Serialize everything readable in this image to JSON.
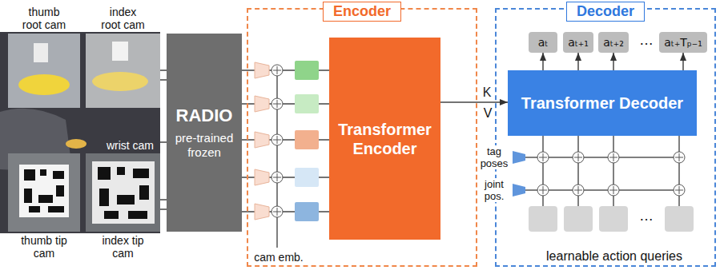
{
  "diagram": {
    "nodes": [
      {
        "text": [
          "thumb root cam"
        ]
      },
      {
        "text": [
          "index root cam"
        ]
      },
      {
        "text": [
          "wrist cam"
        ]
      },
      {
        "text": [
          "thumb tip cam"
        ]
      },
      {
        "text": [
          "index tip cam"
        ]
      },
      {
        "text": [
          "RADIO",
          "pre-trained frozen"
        ]
      },
      {
        "text": [
          "Encoder"
        ]
      },
      {
        "text": [
          "Transformer Encoder"
        ],
        "in": 6
      },
      {
        "text": [
          "Decoder"
        ]
      },
      {
        "text": [
          "aₜ"
        ],
        "in": 8
      },
      {
        "text": [
          "aₜ₊₁"
        ],
        "in": 8
      },
      {
        "text": [
          "aₜ₊₂"
        ],
        "in": 8
      },
      {
        "text": [
          "aₜ₊Tₚ₋₁"
        ],
        "in": 8
      },
      {
        "text": [
          "Transformer Decoder"
        ],
        "in": 8
      }
    ],
    "edges": [
      {
        "from": 0,
        "to": 5,
        "arrow": "none"
      },
      {
        "from": 1,
        "to": 5,
        "arrow": "none"
      },
      {
        "from": 2,
        "to": 5,
        "arrow": "none"
      },
      {
        "from": 3,
        "to": 5,
        "arrow": "none"
      },
      {
        "from": 4,
        "to": 5,
        "arrow": "none"
      },
      {
        "from": 5,
        "to": 7,
        "arrow": "none"
      },
      {
        "from": 5,
        "to": 7,
        "arrow": "none"
      },
      {
        "from": 5,
        "to": 7,
        "arrow": "none"
      },
      {
        "from": 5,
        "to": 7,
        "arrow": "none"
      },
      {
        "from": 5,
        "to": 7,
        "arrow": "none"
      },
      {
        "from": 7,
        "to": 13,
        "label": "K",
        "arrow": "to"
      },
      {
        "from": 13,
        "to": 9,
        "arrow": "to"
      },
      {
        "from": 13,
        "to": 10,
        "arrow": "to"
      },
      {
        "from": 13,
        "to": 11,
        "arrow": "to"
      },
      {
        "from": 13,
        "to": 12,
        "arrow": "to"
      }
    ],
    "labels": [
      "cam emb.",
      "V",
      "tag poses",
      "joint pos.",
      "learnable action queries",
      "…",
      "…"
    ]
  }
}
